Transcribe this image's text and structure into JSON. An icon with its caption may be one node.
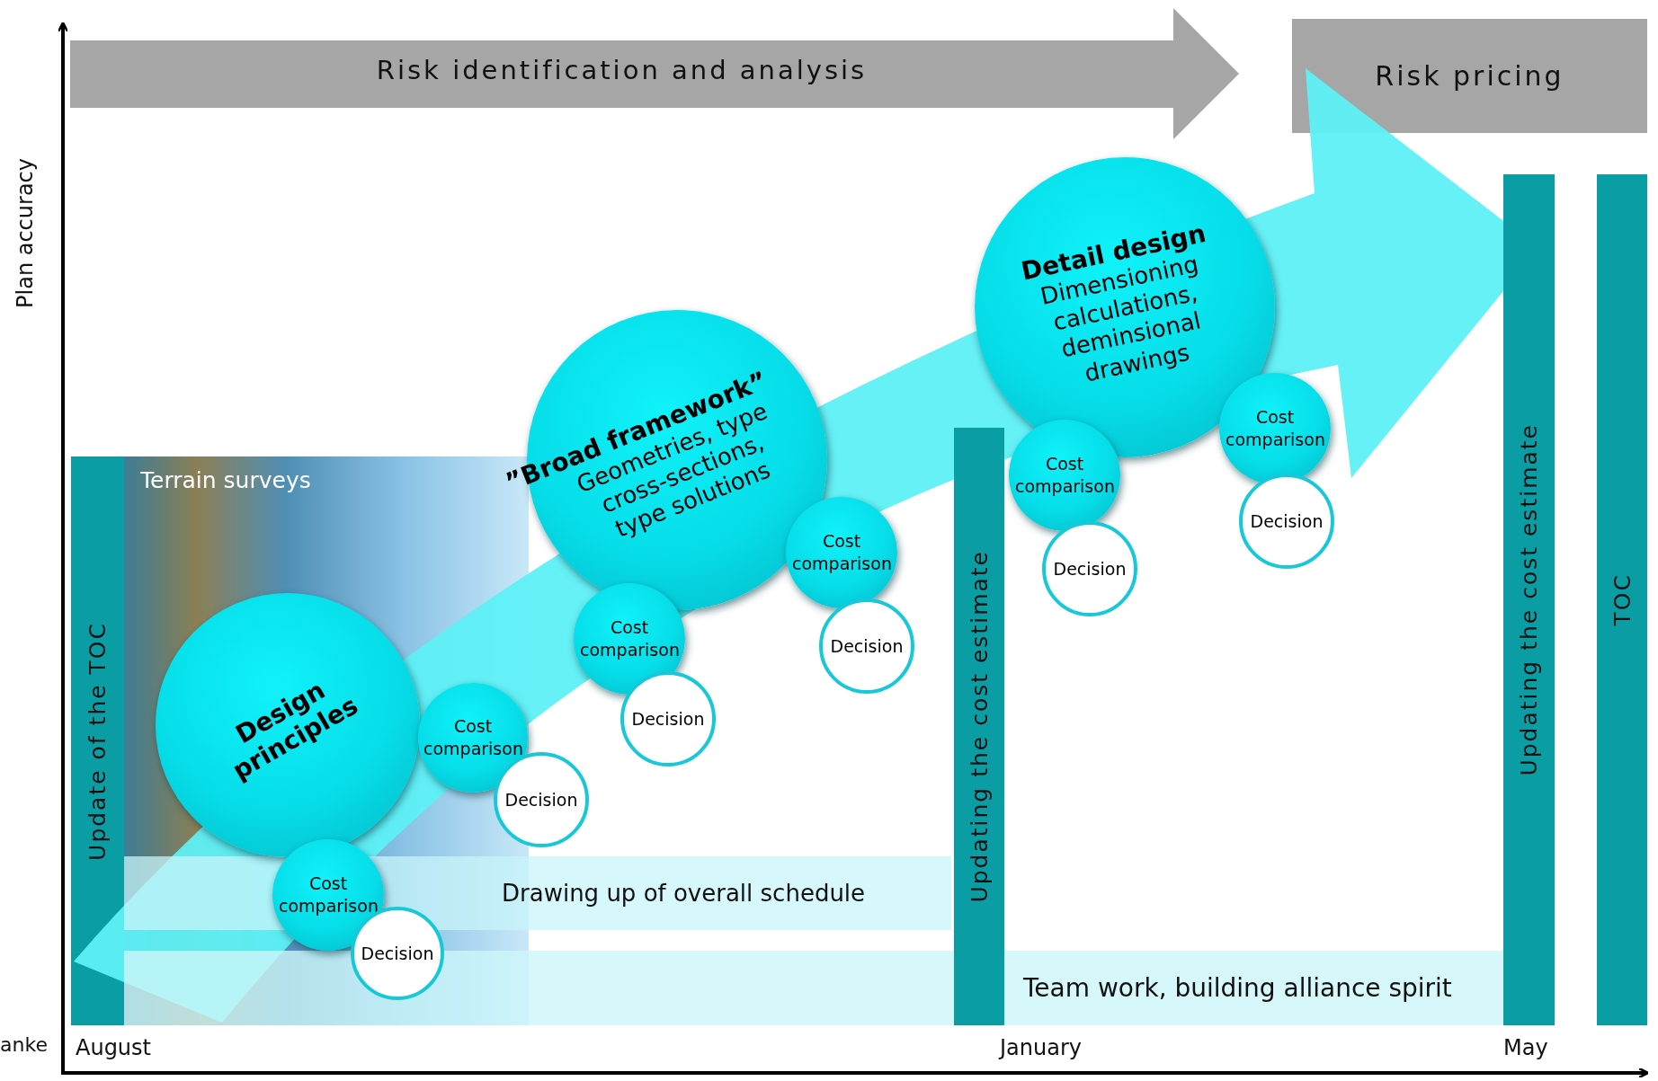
{
  "diagram": {
    "nodes": [
      {
        "text": [
          "Risk identification and analysis"
        ]
      },
      {
        "text": [
          "Risk pricing"
        ]
      },
      {
        "text": [
          "Update of the TOC"
        ]
      },
      {
        "text": [
          "Terrain surveys"
        ]
      },
      {
        "text": [
          "Drawing up of overall schedule"
        ]
      },
      {
        "text": [
          "Team work, building alliance spirit"
        ]
      },
      {
        "text": [
          "Updating the cost estimate"
        ]
      },
      {
        "text": [
          "Updating the cost estimate"
        ]
      },
      {
        "text": [
          "TOC"
        ]
      },
      {
        "text": [
          "Design principles"
        ],
        "in": 3
      },
      {
        "text": [
          "Cost comparison"
        ],
        "in": 3
      },
      {
        "text": [
          "Decision"
        ],
        "in": 3
      },
      {
        "text": [
          "Cost comparison"
        ],
        "in": 3
      },
      {
        "text": [
          "Decision"
        ]
      },
      {
        "text": [
          "”Broad framework”",
          "Geometries, type cross-sections, type solutions"
        ]
      },
      {
        "text": [
          "Cost comparison"
        ]
      },
      {
        "text": [
          "Decision"
        ]
      },
      {
        "text": [
          "Cost comparison"
        ]
      },
      {
        "text": [
          "Decision"
        ]
      },
      {
        "text": [
          "Detail design",
          "Dimensioning calculations, deminsional drawings"
        ]
      },
      {
        "text": [
          "Cost comparison"
        ]
      },
      {
        "text": [
          "Decision"
        ]
      },
      {
        "text": [
          "Cost comparison"
        ]
      },
      {
        "text": [
          "Decision"
        ]
      }
    ],
    "labels": [
      "Plan accuracy",
      "anke",
      "August",
      "January",
      "May"
    ]
  }
}
